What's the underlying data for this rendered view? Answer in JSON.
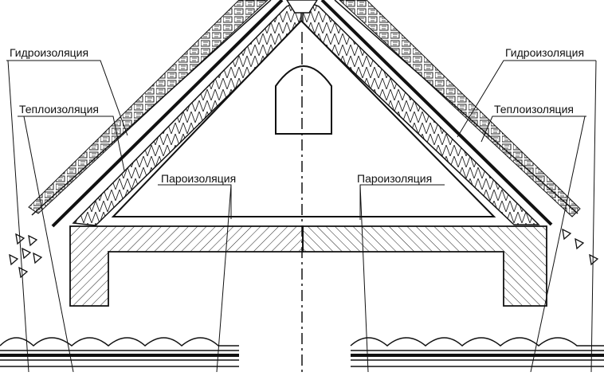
{
  "labels": {
    "waterproofing_left": "Гидроизоляция",
    "thermal_left": "Теплоизоляция",
    "vapor_left": "Пароизоляция",
    "waterproofing_right": "Гидроизоляция",
    "thermal_right": "Теплоизоляция",
    "vapor_right": "Пароизоляция"
  },
  "colors": {
    "ink": "#111111",
    "paper": "#ffffff"
  }
}
